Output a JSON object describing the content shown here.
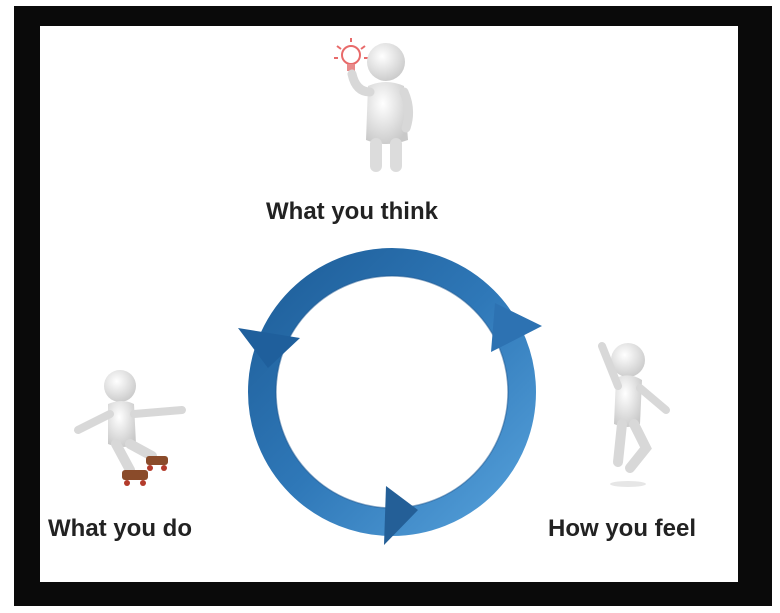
{
  "diagram": {
    "labels": {
      "think": "What you think",
      "do": "What you do",
      "feel": "How you feel"
    },
    "cycle": {
      "direction": "clockwise",
      "arrow_color": "#2f78b8",
      "arrow_color_light": "#4f9ad6",
      "arrow_color_dark": "#1e5e99"
    },
    "figures": {
      "think": "thinking-figure-with-lightbulb-icon",
      "do": "figure-on-roller-skates-icon",
      "feel": "happy-jumping-figure-icon"
    },
    "colors": {
      "frame": "#0a0a0a",
      "background": "#ffffff",
      "text": "#222222",
      "figure": "#e6e6e6",
      "lightbulb": "#e86a6a"
    }
  }
}
